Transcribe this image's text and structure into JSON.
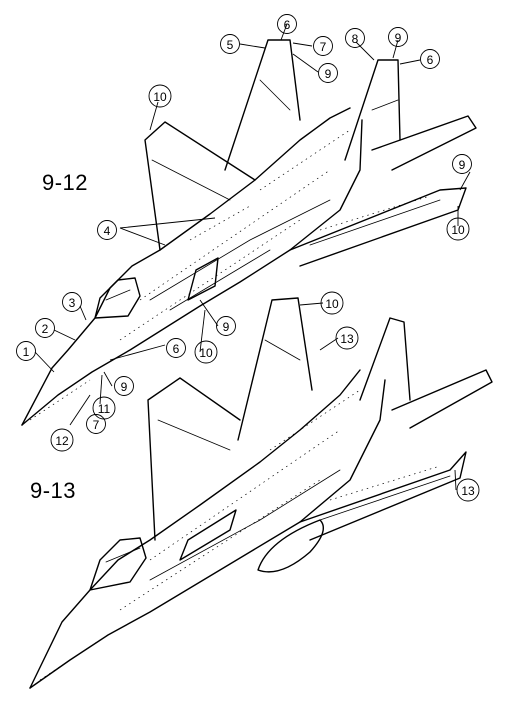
{
  "labels": {
    "variant_top": "9-12",
    "variant_bottom": "9-13"
  },
  "callouts": [
    {
      "id": "c1",
      "number": "1"
    },
    {
      "id": "c2",
      "number": "2"
    },
    {
      "id": "c3",
      "number": "3"
    },
    {
      "id": "c4",
      "number": "4"
    },
    {
      "id": "c5",
      "number": "5"
    },
    {
      "id": "c6a",
      "number": "6"
    },
    {
      "id": "c6b",
      "number": "6"
    },
    {
      "id": "c6c",
      "number": "6"
    },
    {
      "id": "c7a",
      "number": "7"
    },
    {
      "id": "c7b",
      "number": "7"
    },
    {
      "id": "c8",
      "number": "8"
    },
    {
      "id": "c9a",
      "number": "9"
    },
    {
      "id": "c9b",
      "number": "9"
    },
    {
      "id": "c9c",
      "number": "9"
    },
    {
      "id": "c9d",
      "number": "9"
    },
    {
      "id": "c9e",
      "number": "9"
    },
    {
      "id": "c10a",
      "number": "10"
    },
    {
      "id": "c10b",
      "number": "10"
    },
    {
      "id": "c10c",
      "number": "10"
    },
    {
      "id": "c10d",
      "number": "10"
    },
    {
      "id": "c11",
      "number": "11"
    },
    {
      "id": "c12",
      "number": "12"
    },
    {
      "id": "c13a",
      "number": "13"
    },
    {
      "id": "c13b",
      "number": "13"
    }
  ]
}
